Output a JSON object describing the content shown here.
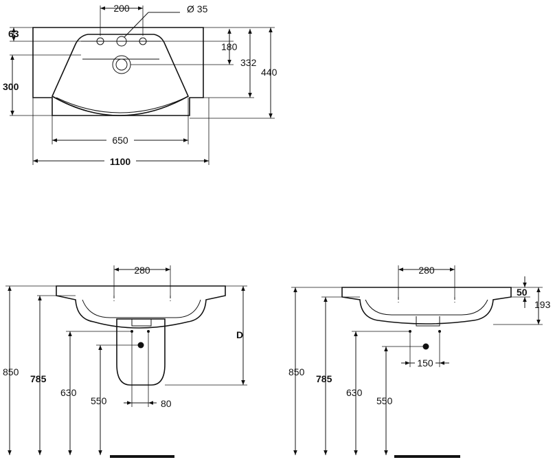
{
  "top_view": {
    "dim_tap_spacing": "200",
    "dim_hole_diameter": "Ø 35",
    "dim_rim_depth": "63",
    "dim_tap_to_waste": "180",
    "dim_front_to_waste": "332",
    "dim_overall_depth": "440",
    "dim_bowl_depth": "300",
    "dim_bowl_width": "650",
    "dim_overall_width": "1100"
  },
  "elevation_with_pedestal": {
    "dim_tap_spacing": "280",
    "dim_variable_height": "D",
    "dim_rim_height": "850",
    "dim_overflow_height": "785",
    "dim_supply_height": "630",
    "dim_waste_height": "550",
    "dim_waste_offset": "80"
  },
  "elevation_wall_hung": {
    "dim_tap_spacing": "280",
    "dim_rim_thickness": "50",
    "dim_bowl_height": "193",
    "dim_rim_height": "850",
    "dim_overflow_height": "785",
    "dim_supply_height": "630",
    "dim_waste_height": "550",
    "dim_waste_offset": "150"
  }
}
